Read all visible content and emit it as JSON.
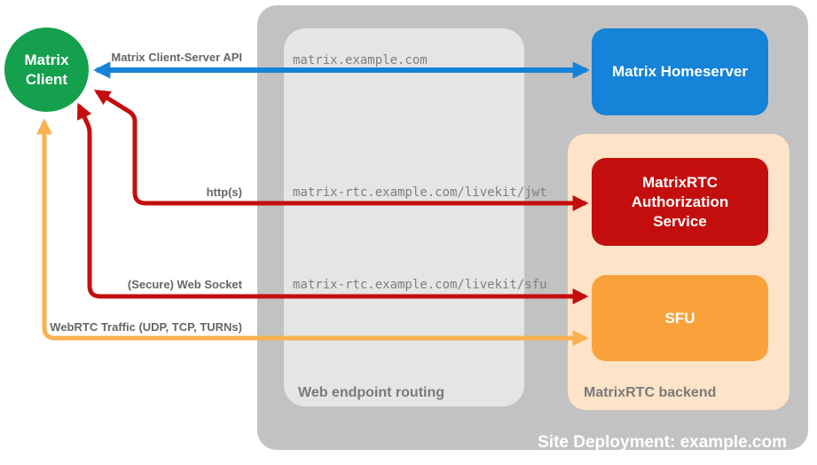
{
  "colors": {
    "green": "#14a04d",
    "blue": "#1483d8",
    "red": "#c40e0e",
    "orange": "#f9a23c",
    "orange_arrow": "#f9b04e",
    "outer_gray": "#c2c2c2",
    "panel_gray": "#e5e5e5",
    "peach": "#fde3c8",
    "label_gray": "#7a7a7a",
    "arrow_label_gray": "#666666",
    "url_gray": "#7f7f7f"
  },
  "nodes": {
    "client": "Matrix Client",
    "homeserver": "Matrix Homeserver",
    "auth_service": "MatrixRTC Authorization Service",
    "sfu": "SFU"
  },
  "containers": {
    "site_label": "Site Deployment: example.com",
    "web_routing_label": "Web endpoint routing",
    "rtc_backend_label": "MatrixRTC backend"
  },
  "arrows": {
    "client_server_api": {
      "label": "Matrix Client-Server API",
      "endpoint": "matrix.example.com"
    },
    "http": {
      "label": "http(s)",
      "endpoint": "matrix-rtc.example.com/livekit/jwt"
    },
    "web_socket": {
      "label": "(Secure) Web Socket",
      "endpoint": "matrix-rtc.example.com/livekit/sfu"
    },
    "webrtc": {
      "label": "WebRTC Traffic (UDP, TCP, TURNs)"
    }
  }
}
